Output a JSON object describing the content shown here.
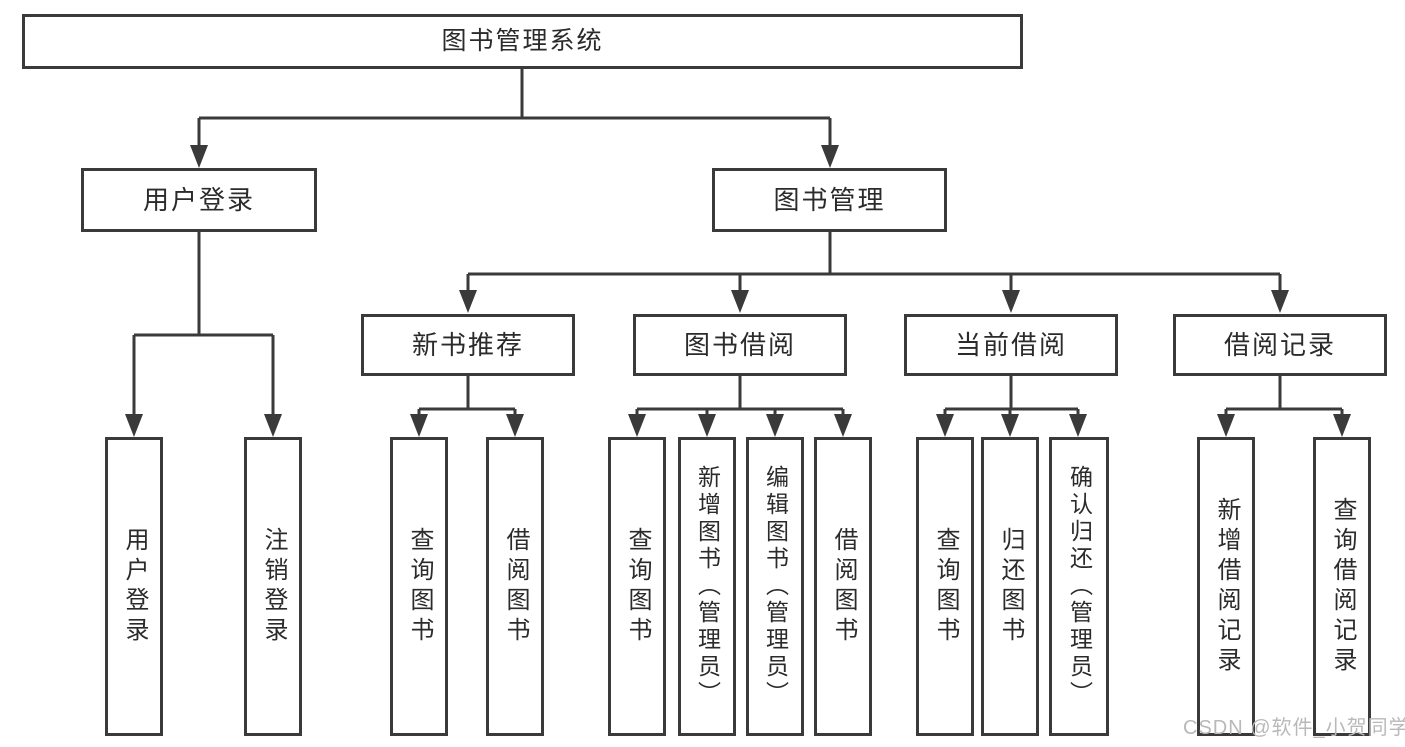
{
  "colors": {
    "background": "#ffffff",
    "line": "#3a3a3a",
    "box_border": "#3a3a3a",
    "text": "#2b2b2b",
    "watermark": "#b9b9b9"
  },
  "diagram": {
    "root": {
      "label": "图书管理系统"
    },
    "branches": [
      {
        "label": "用户登录",
        "children": [
          {
            "label": "用户登录"
          },
          {
            "label": "注销登录"
          }
        ]
      },
      {
        "label": "图书管理",
        "children": [
          {
            "label": "新书推荐",
            "children": [
              {
                "label": "查询图书"
              },
              {
                "label": "借阅图书"
              }
            ]
          },
          {
            "label": "图书借阅",
            "children": [
              {
                "label": "查询图书"
              },
              {
                "label": "新增图书（管理员）"
              },
              {
                "label": "编辑图书（管理员）"
              },
              {
                "label": "借阅图书"
              }
            ]
          },
          {
            "label": "当前借阅",
            "children": [
              {
                "label": "查询图书"
              },
              {
                "label": "归还图书"
              },
              {
                "label": "确认归还（管理员）"
              }
            ]
          },
          {
            "label": "借阅记录",
            "children": [
              {
                "label": "新增借阅记录"
              },
              {
                "label": "查询借阅记录"
              }
            ]
          }
        ]
      }
    ]
  },
  "watermark": {
    "text": "CSDN @软件_小贺同学"
  }
}
